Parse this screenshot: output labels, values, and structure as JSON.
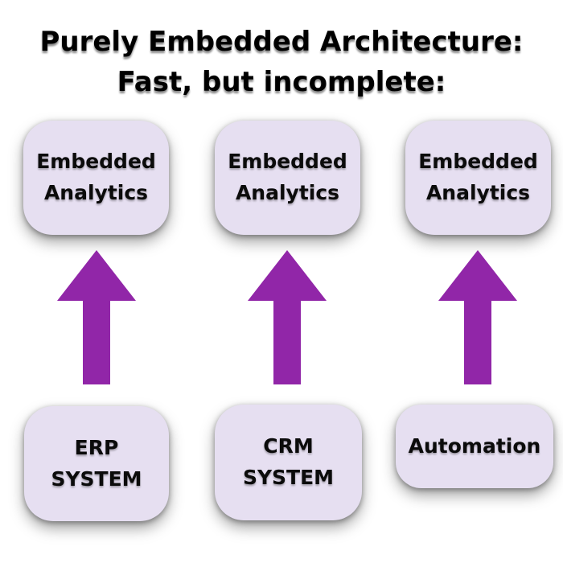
{
  "title": {
    "line1": "Purely Embedded Architecture:",
    "line2": "Fast, but incomplete:"
  },
  "columns": [
    {
      "target_label": "Embedded Analytics",
      "source_label": "ERP SYSTEM"
    },
    {
      "target_label": "Embedded Analytics",
      "source_label": "CRM SYSTEM"
    },
    {
      "target_label": "Embedded Analytics",
      "source_label": "Automation"
    }
  ],
  "arrow_direction": "up",
  "colors": {
    "background": "#ffffff",
    "box_fill": "#e6dff1",
    "arrow": "#9126a8",
    "text": "#000000"
  }
}
